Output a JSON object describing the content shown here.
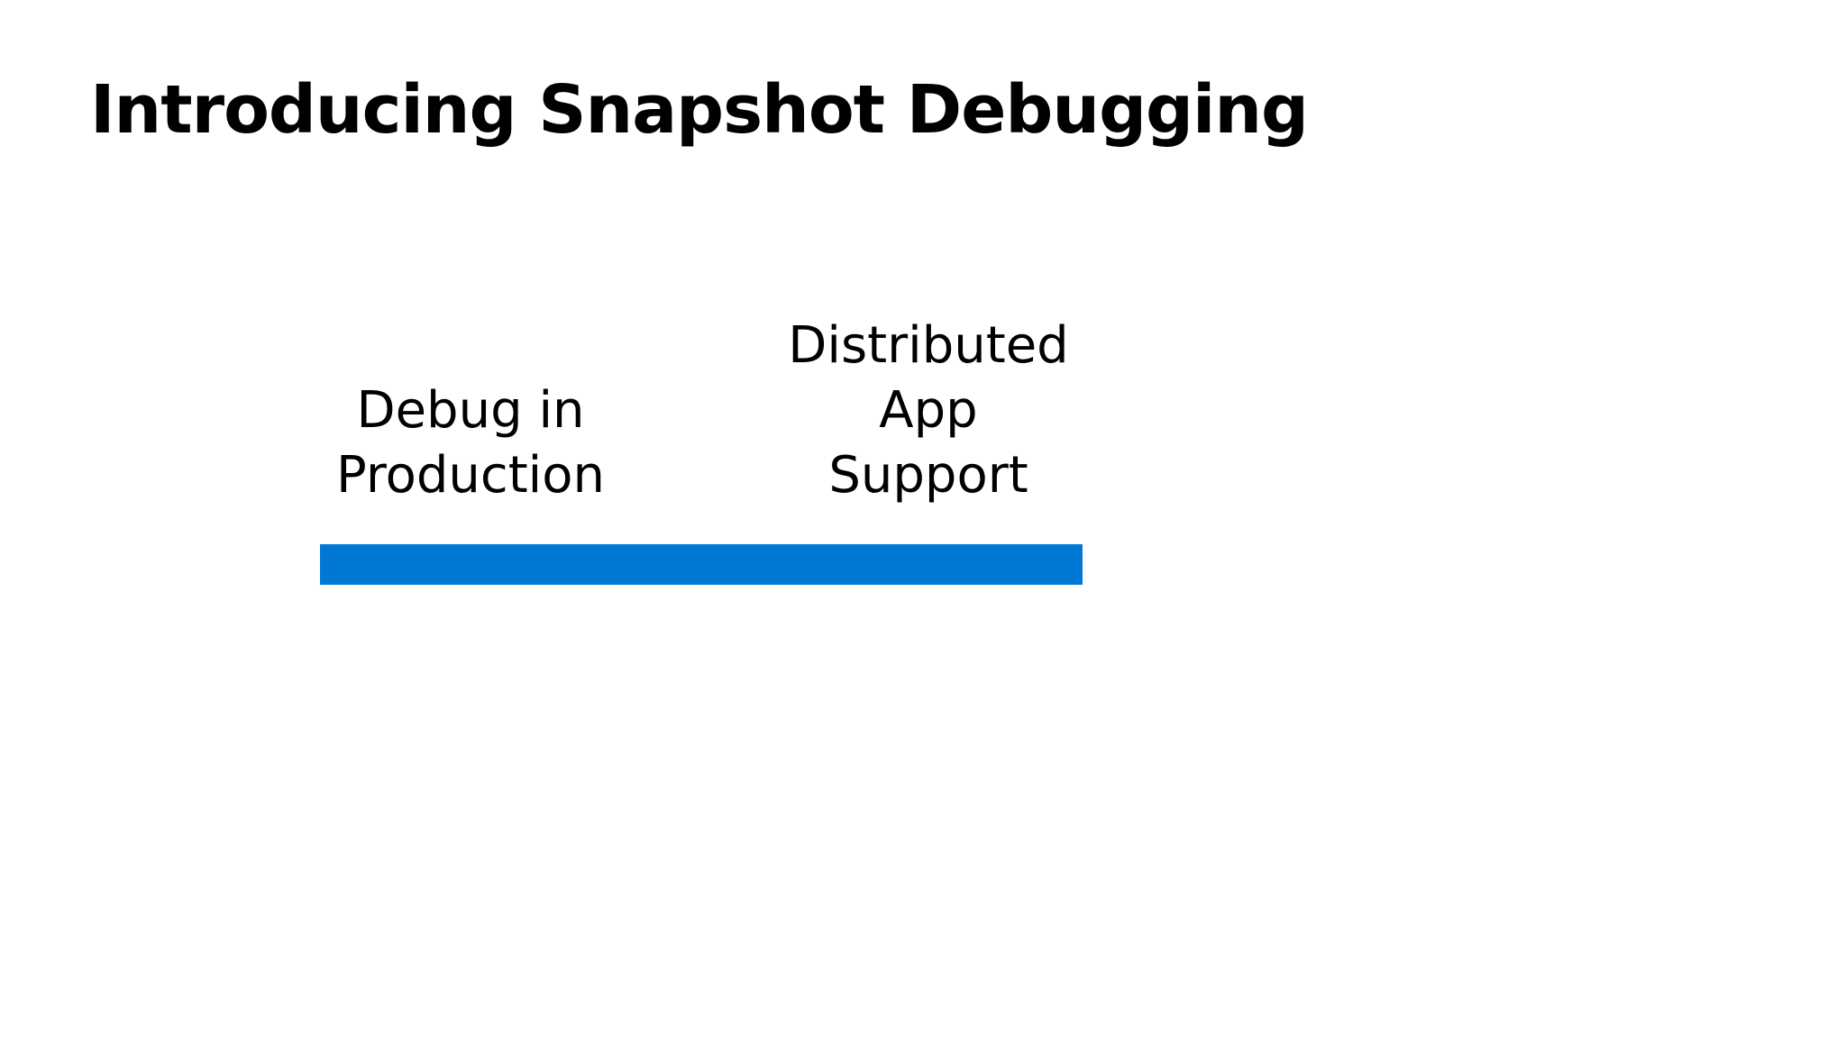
{
  "slide": {
    "title": "Introducing Snapshot Debugging",
    "pillars": [
      {
        "lines": [
          "Debug in",
          "Production"
        ]
      },
      {
        "lines": [
          "Distributed",
          "App",
          "Support"
        ]
      }
    ],
    "accent_color": "#0078D4"
  }
}
